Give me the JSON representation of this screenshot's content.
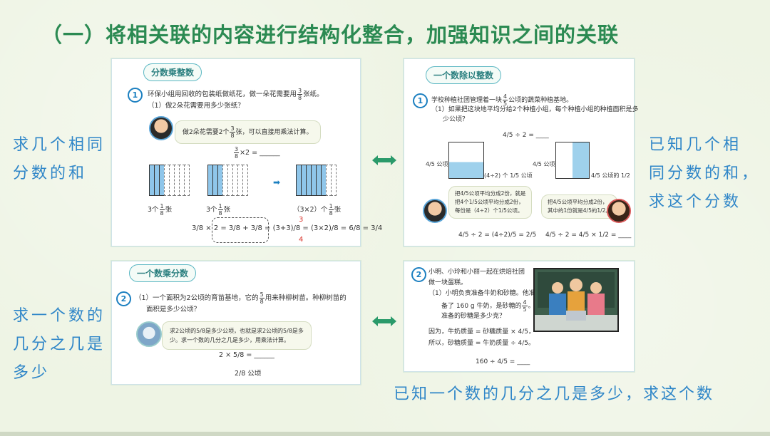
{
  "title": "（一）将相关联的内容进行结构化整合，加强知识之间的关联",
  "side_labels": {
    "left_top": [
      "求几个相同",
      "分数的和"
    ],
    "right_top": [
      "已知几个相",
      "同分数的和，",
      "求这个分数"
    ],
    "left_bottom": [
      "求一个数的",
      "几分之几是",
      "多少"
    ],
    "bottom_right": "已知一个数的几分之几是多少，求这个数"
  },
  "cards": {
    "tl": {
      "pill": "分数乘整数",
      "num": "1",
      "line1a": "环保小组用回收的包装纸做纸花，做一朵花需要用",
      "line1_frac": [
        "3",
        "8"
      ],
      "line1b": "张纸。",
      "line2": "（1）做2朵花需要用多少张纸？",
      "bubble_a": "做2朵花需要2个",
      "bubble_frac": [
        "3",
        "8"
      ],
      "bubble_b": "张，可以直接用乘法计算。",
      "eq_top": "×2 = ______",
      "eq_top_frac": [
        "3",
        "8"
      ],
      "cap1": "3个",
      "cap2": "3个",
      "cap3": "（3×2）个",
      "cap_frac": [
        "1",
        "8"
      ],
      "cap_unit": "张",
      "formula": "3/8 × 2 = 3/8 + 3/8 = (3+3)/8 = (3×2)/8 = 6/8 = 3/4",
      "formula_cancel_top": "3",
      "formula_cancel_bottom": "4"
    },
    "tr": {
      "pill": "一个数除以整数",
      "num": "1",
      "line1a": "学校种植社团管理着一块",
      "line1_frac": [
        "4",
        "5"
      ],
      "line1b": "公顷的蔬菜种植基地。",
      "line2": "（1）如果把这块地平均分给2个种植小组，每个种植小组的种植面积是多",
      "line3": "少公顷？",
      "eq_top": "4/5 ÷ 2 = ____",
      "label_left": "4/5 公顷",
      "label_mid": "(4÷2) 个 1/5 公顷",
      "label_left2": "4/5 公顷",
      "label_right": "4/5 公顷的 1/2",
      "bubble_left": [
        "把4/5公顷平均分成2份，就是",
        "把4个1/5公顷平均分成2份，",
        "每份是（4÷2）个1/5公顷。"
      ],
      "bubble_right": [
        "把4/5公顷平均分成2份，",
        "其中的1份就是4/5的1/2。"
      ],
      "formula_left": "4/5 ÷ 2 = (4÷2)/5 = 2/5",
      "formula_right": "4/5 ÷ 2 = 4/5 × 1/2 = ____"
    },
    "bl": {
      "pill": "一个数乘分数",
      "num": "2",
      "line1a": "（1）一个面积为2公顷的育苗基地，它的",
      "line1_frac": [
        "5",
        "8"
      ],
      "line1b": "用来种柳树苗。种柳树苗的",
      "line2": "面积是多少公顷？",
      "bubble": [
        "求2公顷的5/8是多少公顷，也就是求2公顷的5/8是多",
        "少。求一个数的几分之几是多少，用乘法计算。"
      ],
      "eq1": "2 × 5/8 = ______",
      "eq2": "2/8 公顷"
    },
    "br": {
      "num": "2",
      "line1": "小明、小玲和小丽一起在烘焙社团",
      "line2": "做一块蛋糕。",
      "line3": "（1）小明负责准备牛奶和砂糖。他准",
      "line4a": "备了 160 g 牛奶，是砂糖的",
      "line4_frac": [
        "4",
        "5"
      ],
      "line4b": "。",
      "line5": "准备的砂糖是多少克？",
      "line6": "因为，牛奶质量 = 砂糖质量 × 4/5，",
      "line7": "所以，砂糖质量 = 牛奶质量 ÷ 4/5。",
      "eq": "160 ÷ 4/5 = ____"
    }
  },
  "colors": {
    "title": "#2b8a52",
    "side": "#2f86c8",
    "arrow": "#2a9a6a"
  }
}
